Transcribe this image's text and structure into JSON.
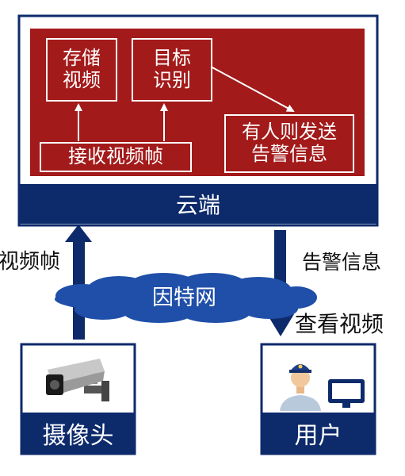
{
  "cloud_panel": {
    "title": "云端",
    "box_store": "存储\n视频",
    "box_detect": "目标\n识别",
    "box_receive": "接收视频帧",
    "box_alert": "有人则发送\n告警信息"
  },
  "network": {
    "label": "因特网"
  },
  "left_edge": {
    "label": "视频帧"
  },
  "right_edge": {
    "upper_label": "告警信息",
    "lower_label": "查看视频"
  },
  "camera": {
    "label": "摄像头",
    "icon": "security-camera-icon"
  },
  "user": {
    "label": "用户",
    "icon": "user-with-monitor-icon"
  },
  "colors": {
    "navy": "#0d2a6b",
    "red": "#a31a1a",
    "cloud_blue": "#1f4fa8"
  }
}
